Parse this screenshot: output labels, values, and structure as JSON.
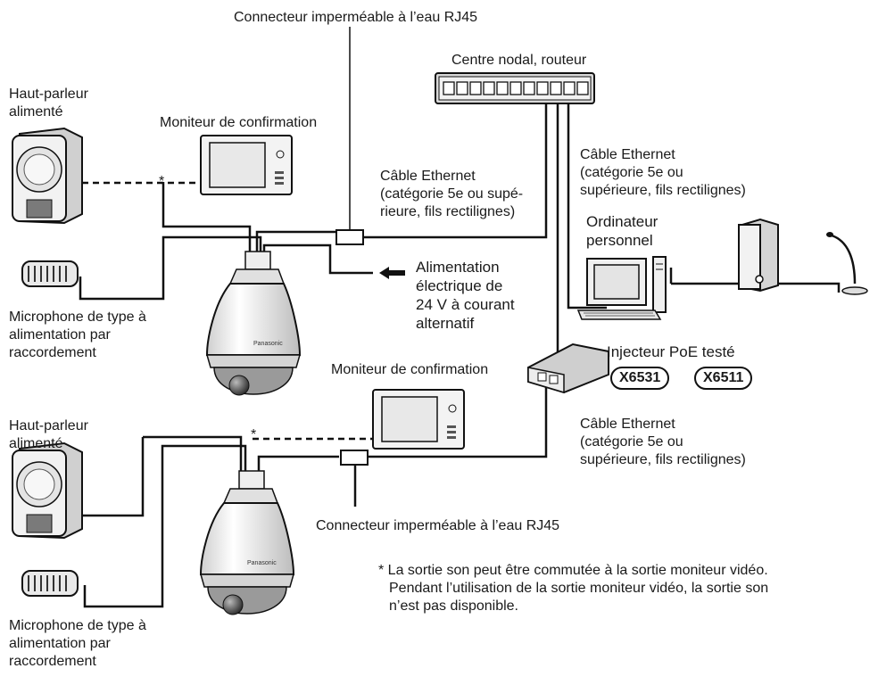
{
  "labels": {
    "rj45_top": "Connecteur imperméable à l’eau RJ45",
    "hub": "Centre nodal, routeur",
    "speaker_top": [
      "Haut-parleur",
      "alimenté"
    ],
    "monitor_top": "Moniteur de confirmation",
    "eth_top": [
      "Câble Ethernet",
      "(catégorie 5e ou supé-",
      "rieure, fils rectilignes)"
    ],
    "eth_hub": [
      "Câble Ethernet",
      "(catégorie 5e ou",
      "supérieure, fils rectilignes)"
    ],
    "pc": [
      "Ordinateur",
      "personnel"
    ],
    "power": [
      "Alimentation",
      "électrique de",
      "24 V à courant",
      "alternatif"
    ],
    "mic_top": [
      "Microphone de type à",
      "alimentation par",
      "raccordement"
    ],
    "poe": "Injecteur PoE testé",
    "poe_ids": [
      "X6531",
      "X6511"
    ],
    "monitor_bottom": "Moniteur de confirmation",
    "speaker_bottom": [
      "Haut-parleur",
      "alimenté"
    ],
    "eth_bottom": [
      "Câble Ethernet",
      "(catégorie 5e ou",
      "supérieure, fils rectilignes)"
    ],
    "rj45_bottom": "Connecteur imperméable à l’eau RJ45",
    "mic_bottom": [
      "Microphone de type à",
      "alimentation par",
      "raccordement"
    ],
    "asterisk": "*",
    "note": [
      "* La sortie son peut être commutée à la sortie moniteur vidéo.",
      "Pendant l’utilisation de la sortie moniteur vidéo, la sortie son",
      "n’est pas disponible."
    ]
  },
  "device_brand": "Panasonic",
  "colors": {
    "line": "#111111",
    "device_fill": "#f4f4f4",
    "device_shade": "#c9c9c9",
    "screen": "#e8e8e8"
  }
}
